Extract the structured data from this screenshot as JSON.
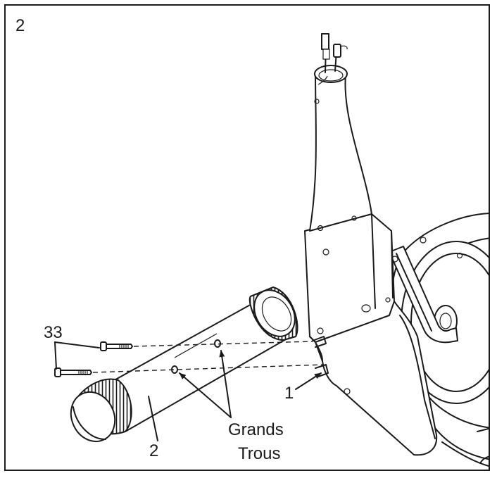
{
  "step_number": "2",
  "callouts": {
    "bolt_part": "33",
    "stabilizer_part": "2",
    "frame_part": "1",
    "holes_line1": "Grands",
    "holes_line2": "Trous"
  }
}
